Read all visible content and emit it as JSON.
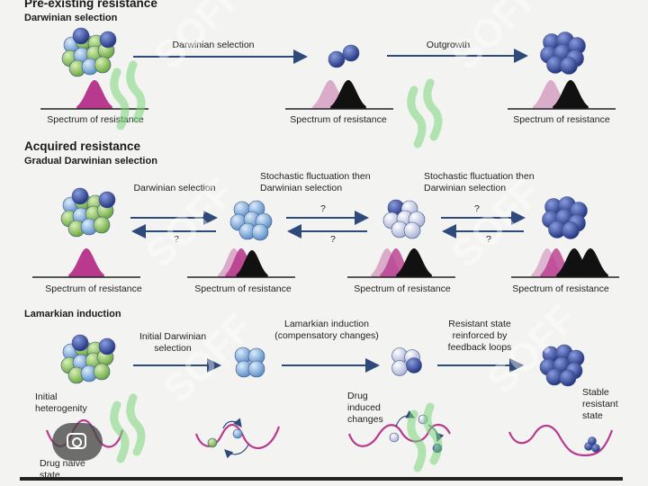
{
  "sections": {
    "preexisting": {
      "title": "Pre-existing resistance",
      "subtitle": "Darwinian selection",
      "arrow1": "Darwinian selection",
      "arrow2": "Outgrowth",
      "spectrum": [
        "Spectrum of resistance",
        "Spectrum of resistance",
        "Spectrum of resistance"
      ]
    },
    "acquired": {
      "title": "Acquired resistance",
      "subtitle": "Gradual Darwinian selection",
      "arrow1": "Darwinian selection",
      "arrow2": "Stochastic fluctuation then Darwinian selection",
      "arrow3": "Stochastic fluctuation then Darwinian selection",
      "question": "?",
      "spectrum": [
        "Spectrum of resistance",
        "Spectrum of resistance",
        "Spectrum of resistance",
        "Spectrum of resistance"
      ]
    },
    "lamarkian": {
      "title": "Lamarkian induction",
      "arrow1": "Initial Darwinian selection",
      "arrow2": "Lamarkian induction (compensatory changes)",
      "arrow3": "Resistant state reinforced by feedback loops",
      "initial": "Initial heterogenity",
      "naive": "Drug naive state",
      "drug_induced": "Drug induced changes",
      "stable": "Stable resistant state"
    }
  },
  "watermark": "SOFF",
  "colors": {
    "sensitive": "#8cc85a",
    "intermediate": "#8ab8e0",
    "resistant": "#3a4f9e",
    "spectrum_pink": "#b83a8e",
    "spectrum_black": "#111111",
    "arrow": "#2e4a7a",
    "watermark": "#7ad67a"
  }
}
